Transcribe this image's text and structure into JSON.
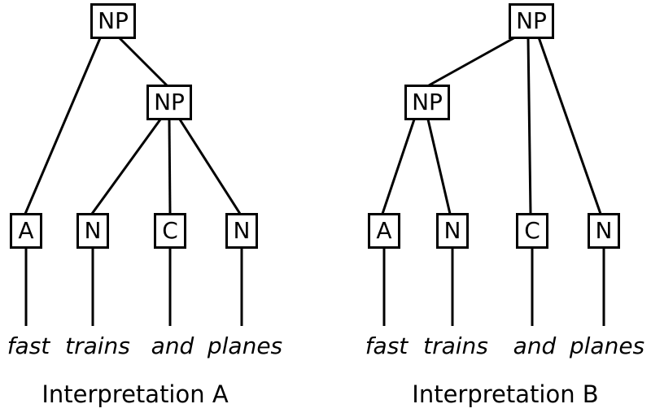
{
  "diagram": {
    "background_color": "#ffffff",
    "ink_color": "#000000"
  },
  "trees": [
    {
      "id": "A",
      "caption": "Interpretation A",
      "root_label": "NP",
      "inner_label": "NP",
      "leaves": [
        "A",
        "N",
        "C",
        "N"
      ],
      "words": [
        "fast",
        "trains",
        "and",
        "planes"
      ]
    },
    {
      "id": "B",
      "caption": "Interpretation B",
      "root_label": "NP",
      "inner_label": "NP",
      "leaves": [
        "A",
        "N",
        "C",
        "N"
      ],
      "words": [
        "fast",
        "trains",
        "and",
        "planes"
      ]
    }
  ]
}
